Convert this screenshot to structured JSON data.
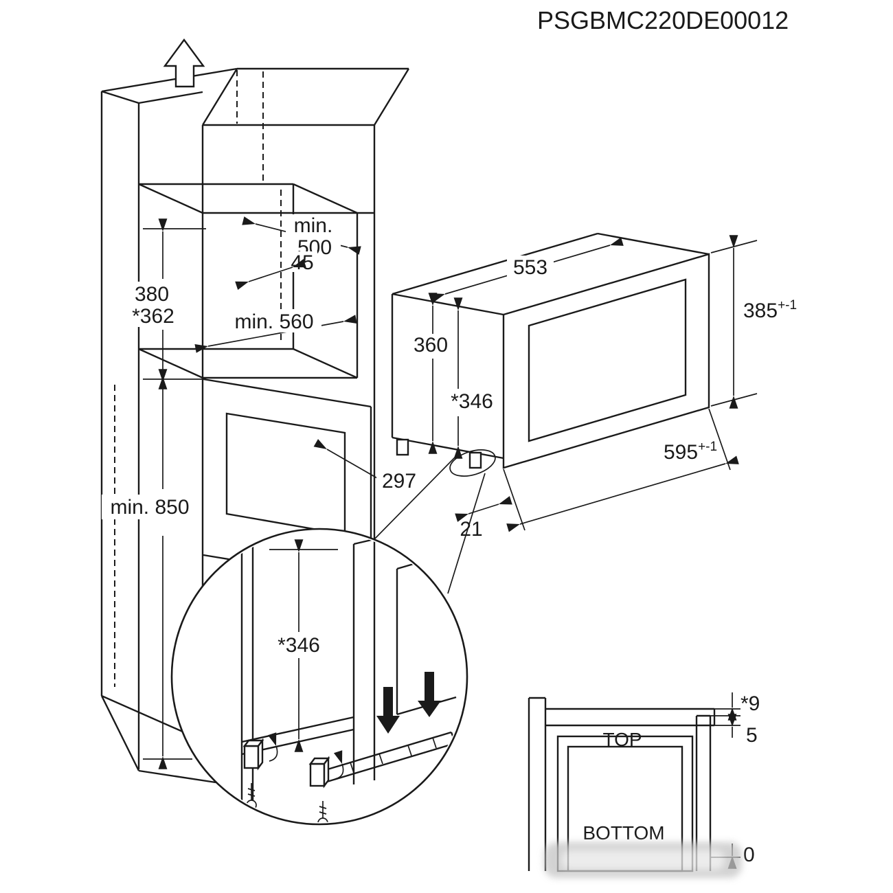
{
  "header": {
    "code": "PSGBMC220DE00012"
  },
  "cabinet": {
    "niche_depth_l1": "min.",
    "niche_depth_l2": "500",
    "back_gap": "45",
    "niche_height": "380",
    "niche_height_alt": "*362",
    "niche_width": "min. 560",
    "plinth_height": "min. 850",
    "oven_dim": "297"
  },
  "microwave": {
    "body_width": "553",
    "body_height": "360",
    "mount_height": "*346",
    "front_height": "385",
    "front_height_tol": "+-1",
    "front_width": "595",
    "front_width_tol": "+-1",
    "overhang": "21"
  },
  "detail": {
    "mount_height": "*346"
  },
  "section": {
    "top_label": "TOP",
    "bottom_label": "BOTTOM",
    "top_gap": "*9",
    "front_gap": "5",
    "bottom_gap": "0"
  },
  "colors": {
    "line": "#1a1a1a",
    "background": "#ffffff"
  }
}
